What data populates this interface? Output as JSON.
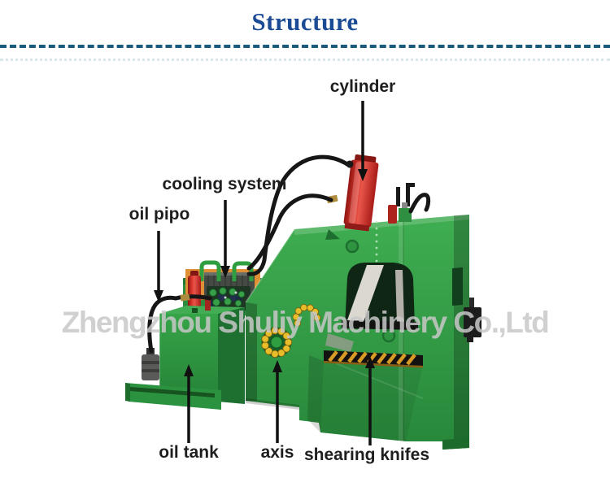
{
  "title": "Structure",
  "watermark": "Zhengzhou Shuliy Machinery Co.,Ltd",
  "labels": {
    "cylinder": "cylinder",
    "cooling_system": "cooling system",
    "oil_pipo": "oil pipo",
    "oil_tank": "oil tank",
    "axis": "axis",
    "shearing_knifes": "shearing knifes"
  },
  "colors": {
    "title_blue": "#1c4b95",
    "divider_dark_blue": "#1a5a7d",
    "divider_light_blue": "#d9e6ea",
    "machine_green": "#2f9e41",
    "machine_green_dark": "#1e7430",
    "cylinder_red": "#c0231e",
    "bolt_yellow": "#e3b322",
    "knife_orange": "#d89b25",
    "hose_black": "#161616",
    "radiator_orange": "#df8f35",
    "watermark_gray": "#c8c8c8",
    "label_text": "#1e1e1e"
  }
}
